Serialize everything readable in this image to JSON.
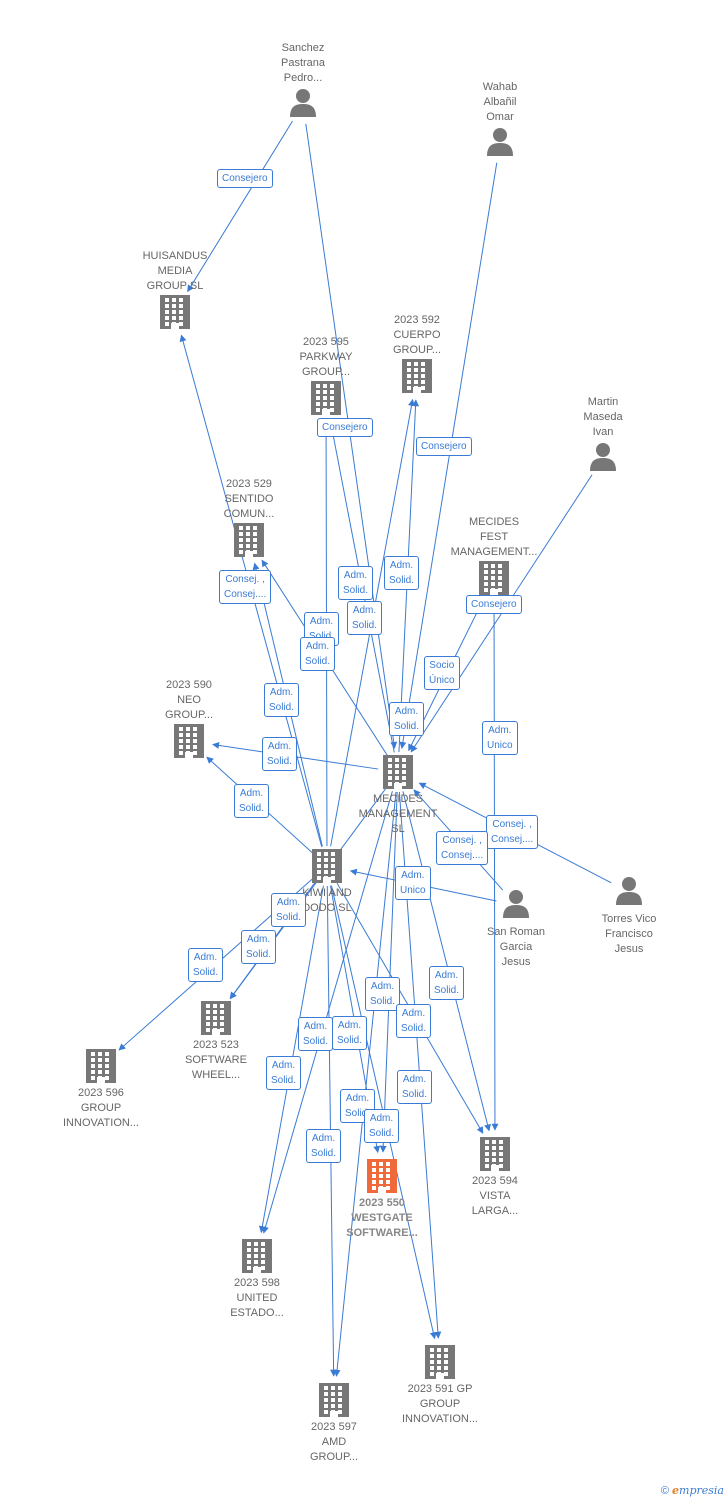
{
  "colors": {
    "edge": "#3a7bd5",
    "building": "#777777",
    "focus_building": "#f0693a",
    "person": "#777777"
  },
  "nodes": [
    {
      "id": "sanchez",
      "type": "person",
      "label": "Sanchez\nPastrana\nPedro..."
    },
    {
      "id": "wahab",
      "type": "person",
      "label": "Wahab\nAlbañil\nOmar"
    },
    {
      "id": "huisandus",
      "type": "company",
      "label": "HUISANDUS\nMEDIA\nGROUP  SL"
    },
    {
      "id": "c595",
      "type": "company",
      "label": "2023 595\nPARKWAY\nGROUP..."
    },
    {
      "id": "c592",
      "type": "company",
      "label": "2023 592\nCUERPO\nGROUP..."
    },
    {
      "id": "martin",
      "type": "person",
      "label": "Martin\nMaseda\nIvan"
    },
    {
      "id": "c529",
      "type": "company",
      "label": "2023 529\nSENTIDO\nCOMUN..."
    },
    {
      "id": "mfest",
      "type": "company",
      "label": "MECIDES\nFEST\nMANAGEMENT..."
    },
    {
      "id": "c590",
      "type": "company",
      "label": "2023 590\nNEO\nGROUP..."
    },
    {
      "id": "mecides",
      "type": "company",
      "label": "MECIDES\nMANAGEMENT\nSL"
    },
    {
      "id": "kiwi",
      "type": "company",
      "label": "KIWI AND\nDODO  SL"
    },
    {
      "id": "sanroman",
      "type": "person",
      "label": "San Roman\nGarcia\nJesus"
    },
    {
      "id": "torres",
      "type": "person",
      "label": "Torres Vico\nFrancisco\nJesus"
    },
    {
      "id": "c523",
      "type": "company",
      "label": "2023 523\nSOFTWARE\nWHEEL..."
    },
    {
      "id": "c596",
      "type": "company",
      "label": "2023 596\nGROUP\nINNOVATION..."
    },
    {
      "id": "c550",
      "type": "company",
      "focus": true,
      "label": "2023 550\nWESTGATE\nSOFTWARE..."
    },
    {
      "id": "c594",
      "type": "company",
      "label": "2023 594\nVISTA\nLARGA..."
    },
    {
      "id": "c598",
      "type": "company",
      "label": "2023 598\nUNITED\nESTADO..."
    },
    {
      "id": "c591",
      "type": "company",
      "label": "2023 591 GP\nGROUP\nINNOVATION..."
    },
    {
      "id": "c597",
      "type": "company",
      "label": "2023 597\nAMD\nGROUP..."
    }
  ],
  "edges": [
    {
      "from": "sanchez",
      "to": "huisandus",
      "label": "Consejero"
    },
    {
      "from": "sanchez",
      "to": "mecides"
    },
    {
      "from": "wahab",
      "to": "mecides"
    },
    {
      "from": "martin",
      "to": "mecides"
    },
    {
      "from": "mecides",
      "to": "c595",
      "label": "Consejero"
    },
    {
      "from": "mecides",
      "to": "c592",
      "label": "Consejero"
    },
    {
      "from": "kiwi",
      "to": "huisandus"
    },
    {
      "from": "kiwi",
      "to": "c595"
    },
    {
      "from": "kiwi",
      "to": "c592"
    },
    {
      "from": "kiwi",
      "to": "c529"
    },
    {
      "from": "mecides",
      "to": "c529"
    },
    {
      "from": "mfest",
      "to": "mecides",
      "label": "Consejero"
    },
    {
      "from": "mfest",
      "to": "c594"
    },
    {
      "from": "mecides",
      "to": "c590"
    },
    {
      "from": "kiwi",
      "to": "c590"
    },
    {
      "from": "sanroman",
      "to": "mecides"
    },
    {
      "from": "torres",
      "to": "mecides"
    },
    {
      "from": "sanroman",
      "to": "kiwi"
    },
    {
      "from": "kiwi",
      "to": "c523"
    },
    {
      "from": "mecides",
      "to": "c523"
    },
    {
      "from": "kiwi",
      "to": "c596"
    },
    {
      "from": "kiwi",
      "to": "c550"
    },
    {
      "from": "mecides",
      "to": "c550"
    },
    {
      "from": "kiwi",
      "to": "c594"
    },
    {
      "from": "mecides",
      "to": "c594"
    },
    {
      "from": "kiwi",
      "to": "c598"
    },
    {
      "from": "mecides",
      "to": "c598"
    },
    {
      "from": "kiwi",
      "to": "c591"
    },
    {
      "from": "mecides",
      "to": "c591"
    },
    {
      "from": "kiwi",
      "to": "c597"
    },
    {
      "from": "mecides",
      "to": "c597"
    }
  ],
  "edge_labels": [
    "Consejero",
    "Consejero",
    "Consejero",
    "Consej. ,\nConsej....",
    "Adm.\nSolid.",
    "Adm.\nSolid.",
    "Adm.\nSolid.",
    "Adm.\nSolid.",
    "Adm.\nSolid.",
    "Consejero",
    "Socio\nÚnico",
    "Adm.\nSolid.",
    "Adm.\nSolid.",
    "Adm.\nUnico",
    "Adm.\nSolid.",
    "Adm.\nSolid.",
    "Consej. ,\nConsej....",
    "Consej. ,\nConsej....",
    "Adm.\nUnico",
    "Adm.\nSolid.",
    "Adm.\nSolid.",
    "Adm.\nSolid.",
    "Adm.\nSolid.",
    "Adm.\nSolid.",
    "Adm.\nSolid.",
    "Adm.\nSolid.",
    "Adm.\nSolid.",
    "Adm.\nSolid.",
    "Adm.\nSolid.",
    "Adm.\nSolid.",
    "Adm.\nSolid.",
    "Adm.\nSolid.",
    "Adm.\nSolid.",
    "Adm.\nSolid."
  ],
  "footer": {
    "copyright": "©",
    "brand_e": "e",
    "brand_rest": "mpresia"
  }
}
